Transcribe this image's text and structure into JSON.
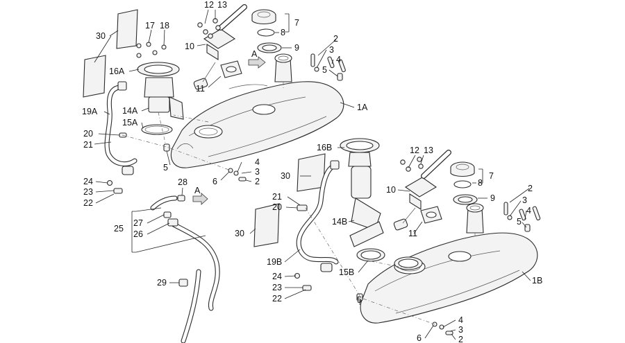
{
  "callouts": [
    {
      "id": "c-12a",
      "text": "12"
    },
    {
      "id": "c-13a",
      "text": "13"
    },
    {
      "id": "c-7a",
      "text": "7"
    },
    {
      "id": "c-8a",
      "text": "8"
    },
    {
      "id": "c-9a",
      "text": "9"
    },
    {
      "id": "c-10a",
      "text": "10"
    },
    {
      "id": "c-11a",
      "text": "11"
    },
    {
      "id": "c-17",
      "text": "17"
    },
    {
      "id": "c-18",
      "text": "18"
    },
    {
      "id": "c-30a",
      "text": "30"
    },
    {
      "id": "c-16A",
      "text": "16A"
    },
    {
      "id": "c-14A",
      "text": "14A"
    },
    {
      "id": "c-15A",
      "text": "15A"
    },
    {
      "id": "c-19A",
      "text": "19A"
    },
    {
      "id": "c-20a",
      "text": "20"
    },
    {
      "id": "c-21a",
      "text": "21"
    },
    {
      "id": "c-24a",
      "text": "24"
    },
    {
      "id": "c-23a",
      "text": "23"
    },
    {
      "id": "c-22a",
      "text": "22"
    },
    {
      "id": "c-5a",
      "text": "5"
    },
    {
      "id": "c-6a",
      "text": "6"
    },
    {
      "id": "c-4a",
      "text": "4"
    },
    {
      "id": "c-3a",
      "text": "3"
    },
    {
      "id": "c-2a",
      "text": "2"
    },
    {
      "id": "c-2b",
      "text": "2"
    },
    {
      "id": "c-3b",
      "text": "3"
    },
    {
      "id": "c-4b",
      "text": "4"
    },
    {
      "id": "c-5b",
      "text": "5"
    },
    {
      "id": "c-1A",
      "text": "1A"
    },
    {
      "id": "c-A1",
      "text": "A"
    },
    {
      "id": "c-28",
      "text": "28"
    },
    {
      "id": "c-A2",
      "text": "A"
    },
    {
      "id": "c-27",
      "text": "27"
    },
    {
      "id": "c-25",
      "text": "25"
    },
    {
      "id": "c-26",
      "text": "26"
    },
    {
      "id": "c-29",
      "text": "29"
    },
    {
      "id": "c-16B",
      "text": "16B"
    },
    {
      "id": "c-30b",
      "text": "30"
    },
    {
      "id": "c-21b",
      "text": "21"
    },
    {
      "id": "c-20b",
      "text": "20"
    },
    {
      "id": "c-14B",
      "text": "14B"
    },
    {
      "id": "c-30c",
      "text": "30"
    },
    {
      "id": "c-19B",
      "text": "19B"
    },
    {
      "id": "c-15B",
      "text": "15B"
    },
    {
      "id": "c-24b",
      "text": "24"
    },
    {
      "id": "c-23b",
      "text": "23"
    },
    {
      "id": "c-22b",
      "text": "22"
    },
    {
      "id": "c-12b",
      "text": "12"
    },
    {
      "id": "c-13b",
      "text": "13"
    },
    {
      "id": "c-7b",
      "text": "7"
    },
    {
      "id": "c-8b",
      "text": "8"
    },
    {
      "id": "c-9b",
      "text": "9"
    },
    {
      "id": "c-10b",
      "text": "10"
    },
    {
      "id": "c-11b",
      "text": "11"
    },
    {
      "id": "c-2c",
      "text": "2"
    },
    {
      "id": "c-3c",
      "text": "3"
    },
    {
      "id": "c-4c",
      "text": "4"
    },
    {
      "id": "c-5c",
      "text": "5"
    },
    {
      "id": "c-1B",
      "text": "1B"
    },
    {
      "id": "c-5d",
      "text": "5"
    },
    {
      "id": "c-6b",
      "text": "6"
    },
    {
      "id": "c-4d",
      "text": "4"
    },
    {
      "id": "c-3d",
      "text": "3"
    },
    {
      "id": "c-2d",
      "text": "2"
    }
  ]
}
